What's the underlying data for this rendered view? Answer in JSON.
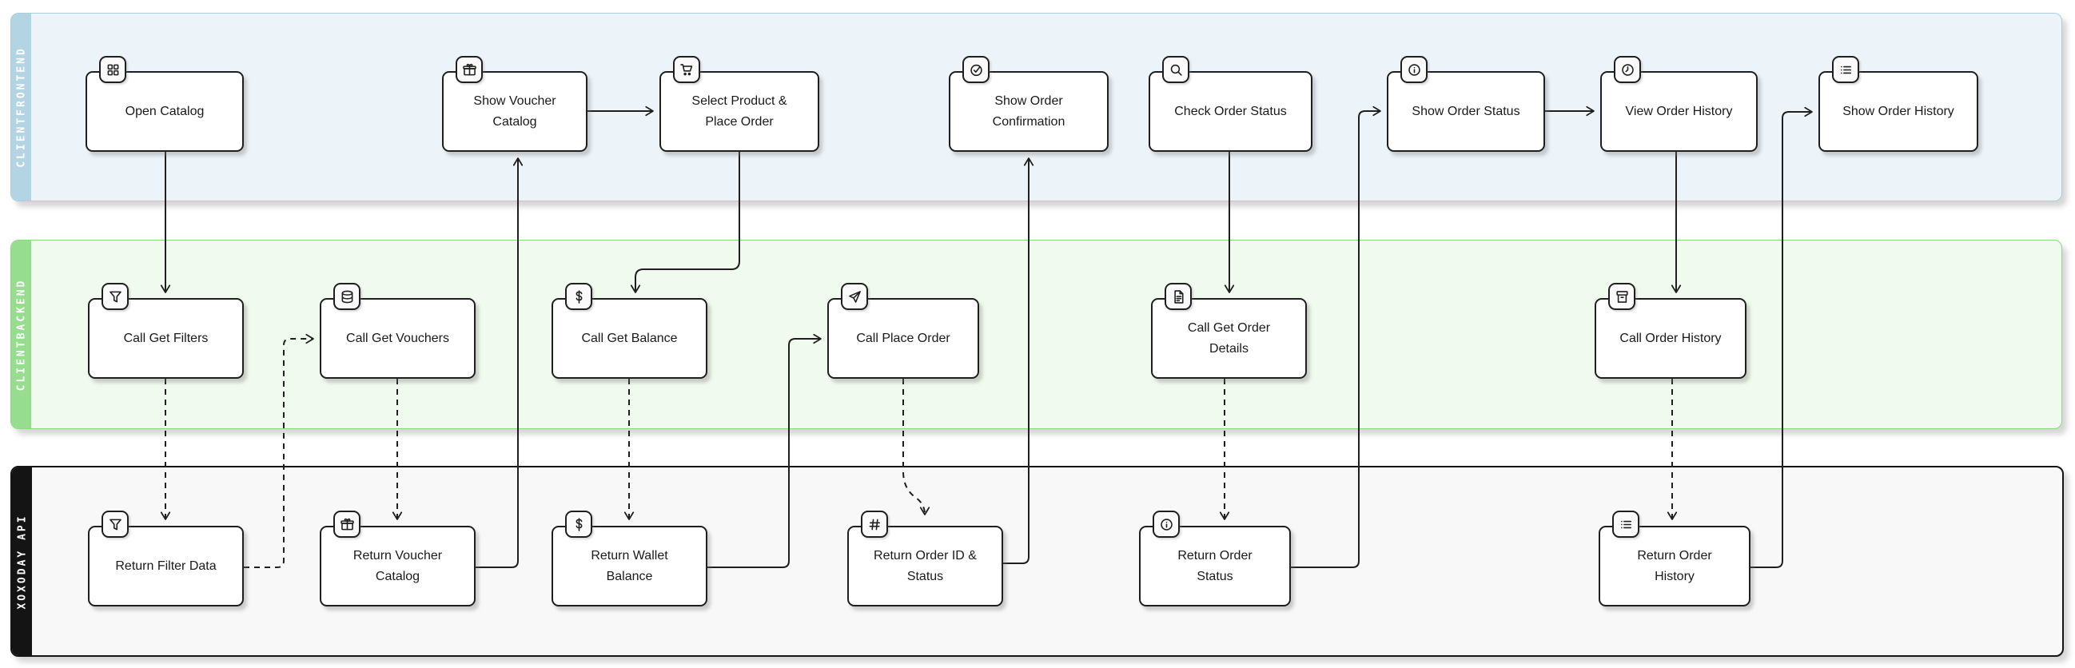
{
  "lanes": {
    "frontend": {
      "label": "CLIENTFRONTEND",
      "strip_color": "#b3d4e2",
      "body_color": "#edf4f9",
      "border_color": "#a9cede"
    },
    "backend": {
      "label": "CLIENTBACKEND",
      "strip_color": "#97dd90",
      "body_color": "#f1faee",
      "border_color": "#8fd687"
    },
    "api": {
      "label": "XOXODAY API",
      "strip_color": "#141414",
      "body_color": "#f8f8f8",
      "border_color": "#141414"
    }
  },
  "nodes": {
    "open_catalog": {
      "label": "Open Catalog",
      "icon": "grid-icon",
      "lane": "frontend"
    },
    "show_voucher_catalog": {
      "label": "Show Voucher Catalog",
      "icon": "gift-icon",
      "lane": "frontend"
    },
    "select_product": {
      "label": "Select Product & Place Order",
      "icon": "cart-icon",
      "lane": "frontend"
    },
    "show_order_confirmation": {
      "label": "Show Order Confirmation",
      "icon": "check-circle-icon",
      "lane": "frontend"
    },
    "check_order_status": {
      "label": "Check Order Status",
      "icon": "search-icon",
      "lane": "frontend"
    },
    "show_order_status": {
      "label": "Show Order Status",
      "icon": "info-icon",
      "lane": "frontend"
    },
    "view_order_history": {
      "label": "View Order History",
      "icon": "clock-icon",
      "lane": "frontend"
    },
    "show_order_history": {
      "label": "Show Order History",
      "icon": "list-icon",
      "lane": "frontend"
    },
    "call_get_filters": {
      "label": "Call Get Filters",
      "icon": "funnel-icon",
      "lane": "backend"
    },
    "call_get_vouchers": {
      "label": "Call Get Vouchers",
      "icon": "database-icon",
      "lane": "backend"
    },
    "call_get_balance": {
      "label": "Call Get Balance",
      "icon": "dollar-icon",
      "lane": "backend"
    },
    "call_place_order": {
      "label": "Call Place Order",
      "icon": "send-icon",
      "lane": "backend"
    },
    "call_get_order_details": {
      "label": "Call Get Order Details",
      "icon": "document-icon",
      "lane": "backend"
    },
    "call_order_history": {
      "label": "Call Order History",
      "icon": "archive-icon",
      "lane": "backend"
    },
    "return_filter_data": {
      "label": "Return Filter Data",
      "icon": "funnel-icon",
      "lane": "api"
    },
    "return_voucher_catalog": {
      "label": "Return Voucher Catalog",
      "icon": "gift-icon",
      "lane": "api"
    },
    "return_wallet_balance": {
      "label": "Return Wallet Balance",
      "icon": "dollar-icon",
      "lane": "api"
    },
    "return_order_id_status": {
      "label": "Return Order ID & Status",
      "icon": "hash-icon",
      "lane": "api"
    },
    "return_order_status": {
      "label": "Return Order Status",
      "icon": "info-icon",
      "lane": "api"
    },
    "return_order_history": {
      "label": "Return Order History",
      "icon": "list-icon",
      "lane": "api"
    }
  },
  "edges": [
    {
      "from": "open_catalog",
      "to": "call_get_filters",
      "style": "solid"
    },
    {
      "from": "call_get_filters",
      "to": "return_filter_data",
      "style": "dashed"
    },
    {
      "from": "return_filter_data",
      "to": "call_get_vouchers",
      "style": "dashed"
    },
    {
      "from": "call_get_vouchers",
      "to": "return_voucher_catalog",
      "style": "dashed"
    },
    {
      "from": "return_voucher_catalog",
      "to": "show_voucher_catalog",
      "style": "solid"
    },
    {
      "from": "show_voucher_catalog",
      "to": "select_product",
      "style": "solid"
    },
    {
      "from": "select_product",
      "to": "call_get_balance",
      "style": "solid"
    },
    {
      "from": "call_get_balance",
      "to": "return_wallet_balance",
      "style": "dashed"
    },
    {
      "from": "return_wallet_balance",
      "to": "call_place_order",
      "style": "solid"
    },
    {
      "from": "call_place_order",
      "to": "return_order_id_status",
      "style": "dashed"
    },
    {
      "from": "return_order_id_status",
      "to": "show_order_confirmation",
      "style": "solid"
    },
    {
      "from": "check_order_status",
      "to": "call_get_order_details",
      "style": "solid"
    },
    {
      "from": "call_get_order_details",
      "to": "return_order_status",
      "style": "dashed"
    },
    {
      "from": "return_order_status",
      "to": "show_order_status",
      "style": "solid"
    },
    {
      "from": "show_order_status",
      "to": "view_order_history",
      "style": "solid"
    },
    {
      "from": "view_order_history",
      "to": "call_order_history",
      "style": "solid"
    },
    {
      "from": "call_order_history",
      "to": "return_order_history",
      "style": "dashed"
    },
    {
      "from": "return_order_history",
      "to": "show_order_history",
      "style": "solid"
    }
  ]
}
